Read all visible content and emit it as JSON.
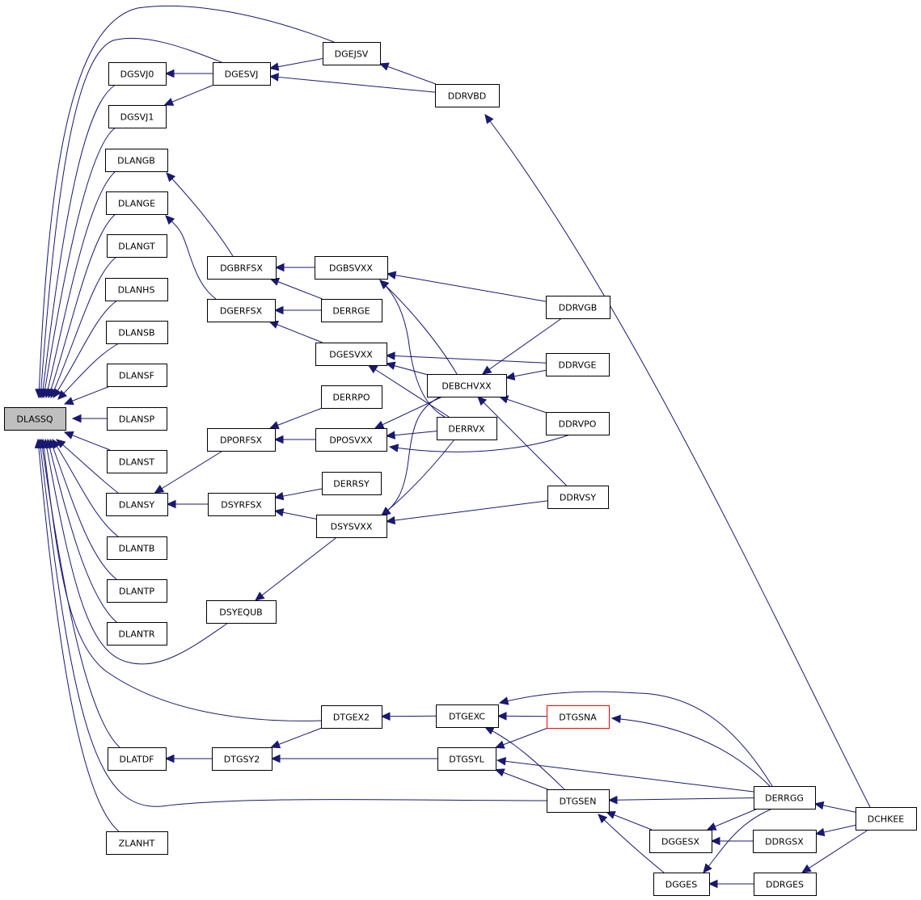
{
  "graph": {
    "type": "caller-graph",
    "root": "DLASSQ",
    "colors": {
      "edge": "#191970",
      "root_fill": "#bfbfbf",
      "highlight_border": "#ff0000",
      "node_border": "#000000"
    },
    "nodes": [
      {
        "id": "DLASSQ",
        "label": "DLASSQ",
        "style": "root"
      },
      {
        "id": "DGSVJ0",
        "label": "DGSVJ0"
      },
      {
        "id": "DGSVJ1",
        "label": "DGSVJ1"
      },
      {
        "id": "DGESVJ",
        "label": "DGESVJ"
      },
      {
        "id": "DGEJSV",
        "label": "DGEJSV"
      },
      {
        "id": "DDRVBD",
        "label": "DDRVBD"
      },
      {
        "id": "DLANGB",
        "label": "DLANGB"
      },
      {
        "id": "DLANGE",
        "label": "DLANGE"
      },
      {
        "id": "DLANGT",
        "label": "DLANGT"
      },
      {
        "id": "DLANHS",
        "label": "DLANHS"
      },
      {
        "id": "DLANSB",
        "label": "DLANSB"
      },
      {
        "id": "DLANSF",
        "label": "DLANSF"
      },
      {
        "id": "DLANSP",
        "label": "DLANSP"
      },
      {
        "id": "DLANST",
        "label": "DLANST"
      },
      {
        "id": "DLANSY",
        "label": "DLANSY"
      },
      {
        "id": "DLANTB",
        "label": "DLANTB"
      },
      {
        "id": "DLANTP",
        "label": "DLANTP"
      },
      {
        "id": "DLANTR",
        "label": "DLANTR"
      },
      {
        "id": "DLATDF",
        "label": "DLATDF"
      },
      {
        "id": "ZLANHT",
        "label": "ZLANHT"
      },
      {
        "id": "DGBRFSX",
        "label": "DGBRFSX"
      },
      {
        "id": "DGERFSX",
        "label": "DGERFSX"
      },
      {
        "id": "DPORFSX",
        "label": "DPORFSX"
      },
      {
        "id": "DSYRFSX",
        "label": "DSYRFSX"
      },
      {
        "id": "DSYEQUB",
        "label": "DSYEQUB"
      },
      {
        "id": "DGBSVXX",
        "label": "DGBSVXX"
      },
      {
        "id": "DERRGE",
        "label": "DERRGE"
      },
      {
        "id": "DGESVXX",
        "label": "DGESVXX"
      },
      {
        "id": "DERRPO",
        "label": "DERRPO"
      },
      {
        "id": "DPOSVXX",
        "label": "DPOSVXX"
      },
      {
        "id": "DERRSY",
        "label": "DERRSY"
      },
      {
        "id": "DSYSVXX",
        "label": "DSYSVXX"
      },
      {
        "id": "DEBCHVXX",
        "label": "DEBCHVXX"
      },
      {
        "id": "DERRVX",
        "label": "DERRVX"
      },
      {
        "id": "DDRVGB",
        "label": "DDRVGB"
      },
      {
        "id": "DDRVGE",
        "label": "DDRVGE"
      },
      {
        "id": "DDRVPO",
        "label": "DDRVPO"
      },
      {
        "id": "DDRVSY",
        "label": "DDRVSY"
      },
      {
        "id": "DTGEX2",
        "label": "DTGEX2"
      },
      {
        "id": "DTGSY2",
        "label": "DTGSY2"
      },
      {
        "id": "DTGEXC",
        "label": "DTGEXC"
      },
      {
        "id": "DTGSYL",
        "label": "DTGSYL"
      },
      {
        "id": "DTGSNA",
        "label": "DTGSNA",
        "style": "highlight"
      },
      {
        "id": "DTGSEN",
        "label": "DTGSEN"
      },
      {
        "id": "DERRGG",
        "label": "DERRGG"
      },
      {
        "id": "DGGESX",
        "label": "DGGESX"
      },
      {
        "id": "DGGES",
        "label": "DGGES"
      },
      {
        "id": "DDRGSX",
        "label": "DDRGSX"
      },
      {
        "id": "DDRGES",
        "label": "DDRGES"
      },
      {
        "id": "DCHKEE",
        "label": "DCHKEE"
      }
    ],
    "edges": [
      [
        "DGEJSV",
        "DLASSQ"
      ],
      [
        "DGESVJ",
        "DLASSQ"
      ],
      [
        "DGSVJ0",
        "DLASSQ"
      ],
      [
        "DGSVJ1",
        "DLASSQ"
      ],
      [
        "DLANGB",
        "DLASSQ"
      ],
      [
        "DLANGE",
        "DLASSQ"
      ],
      [
        "DLANGT",
        "DLASSQ"
      ],
      [
        "DLANHS",
        "DLASSQ"
      ],
      [
        "DLANSB",
        "DLASSQ"
      ],
      [
        "DLANSF",
        "DLASSQ"
      ],
      [
        "DLANSP",
        "DLASSQ"
      ],
      [
        "DLANST",
        "DLASSQ"
      ],
      [
        "DLANSY",
        "DLASSQ"
      ],
      [
        "DLANTB",
        "DLASSQ"
      ],
      [
        "DLANTP",
        "DLASSQ"
      ],
      [
        "DLANTR",
        "DLASSQ"
      ],
      [
        "DSYEQUB",
        "DLASSQ"
      ],
      [
        "DTGEX2",
        "DLASSQ"
      ],
      [
        "DLATDF",
        "DLASSQ"
      ],
      [
        "DTGSEN",
        "DLASSQ"
      ],
      [
        "ZLANHT",
        "DLASSQ"
      ],
      [
        "DGESVJ",
        "DGSVJ0"
      ],
      [
        "DGESVJ",
        "DGSVJ1"
      ],
      [
        "DGEJSV",
        "DGESVJ"
      ],
      [
        "DDRVBD",
        "DGESVJ"
      ],
      [
        "DDRVBD",
        "DGEJSV"
      ],
      [
        "DCHKEE",
        "DDRVBD"
      ],
      [
        "DGBRFSX",
        "DLANGB"
      ],
      [
        "DGERFSX",
        "DLANGE"
      ],
      [
        "DGBSVXX",
        "DGBRFSX"
      ],
      [
        "DERRGE",
        "DGBRFSX"
      ],
      [
        "DERRGE",
        "DGERFSX"
      ],
      [
        "DGESVXX",
        "DGERFSX"
      ],
      [
        "DDRVGB",
        "DGBSVXX"
      ],
      [
        "DEBCHVXX",
        "DGBSVXX"
      ],
      [
        "DERRVX",
        "DGBSVXX"
      ],
      [
        "DDRVGE",
        "DGESVXX"
      ],
      [
        "DEBCHVXX",
        "DGESVXX"
      ],
      [
        "DERRVX",
        "DGESVXX"
      ],
      [
        "DPORFSX",
        "DLANSY"
      ],
      [
        "DSYRFSX",
        "DLANSY"
      ],
      [
        "DERRPO",
        "DPORFSX"
      ],
      [
        "DPOSVXX",
        "DPORFSX"
      ],
      [
        "DEBCHVXX",
        "DPOSVXX"
      ],
      [
        "DERRVX",
        "DPOSVXX"
      ],
      [
        "DDRVPO",
        "DPOSVXX"
      ],
      [
        "DERRSY",
        "DSYRFSX"
      ],
      [
        "DSYSVXX",
        "DSYRFSX"
      ],
      [
        "DEBCHVXX",
        "DSYSVXX"
      ],
      [
        "DERRVX",
        "DSYSVXX"
      ],
      [
        "DDRVSY",
        "DSYSVXX"
      ],
      [
        "DSYSVXX",
        "DSYEQUB"
      ],
      [
        "DDRVGB",
        "DEBCHVXX"
      ],
      [
        "DDRVGE",
        "DEBCHVXX"
      ],
      [
        "DDRVPO",
        "DEBCHVXX"
      ],
      [
        "DDRVSY",
        "DEBCHVXX"
      ],
      [
        "DTGEX2",
        "DTGSY2"
      ],
      [
        "DTGSY2",
        "DLATDF"
      ],
      [
        "DTGSYL",
        "DTGSY2"
      ],
      [
        "DTGEXC",
        "DTGEX2"
      ],
      [
        "DTGSNA",
        "DTGEXC"
      ],
      [
        "DTGSEN",
        "DTGEXC"
      ],
      [
        "DERRGG",
        "DTGEXC"
      ],
      [
        "DTGSNA",
        "DTGSYL"
      ],
      [
        "DTGSEN",
        "DTGSYL"
      ],
      [
        "DERRGG",
        "DTGSYL"
      ],
      [
        "DERRGG",
        "DTGSNA"
      ],
      [
        "DERRGG",
        "DTGSEN"
      ],
      [
        "DGGESX",
        "DTGSEN"
      ],
      [
        "DGGES",
        "DTGSEN"
      ],
      [
        "DERRGG",
        "DGGESX"
      ],
      [
        "DDRGSX",
        "DGGESX"
      ],
      [
        "DERRGG",
        "DGGES"
      ],
      [
        "DDRGES",
        "DGGES"
      ],
      [
        "DCHKEE",
        "DERRGG"
      ],
      [
        "DCHKEE",
        "DDRGSX"
      ],
      [
        "DCHKEE",
        "DDRGES"
      ]
    ]
  }
}
